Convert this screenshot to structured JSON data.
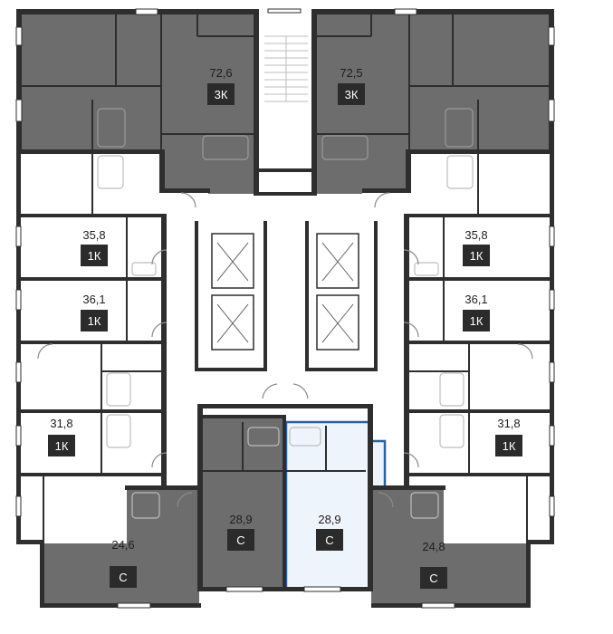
{
  "plan": {
    "apartments": [
      {
        "id": "apt-nw-3k",
        "area": "72,6",
        "type": "3К",
        "status": "sold"
      },
      {
        "id": "apt-ne-3k",
        "area": "72,5",
        "type": "3К",
        "status": "sold"
      },
      {
        "id": "apt-w-1k-a",
        "area": "35,8",
        "type": "1К",
        "status": "available"
      },
      {
        "id": "apt-e-1k-a",
        "area": "35,8",
        "type": "1К",
        "status": "available"
      },
      {
        "id": "apt-w-1k-b",
        "area": "36,1",
        "type": "1К",
        "status": "available"
      },
      {
        "id": "apt-e-1k-b",
        "area": "36,1",
        "type": "1К",
        "status": "available"
      },
      {
        "id": "apt-w-1k-c",
        "area": "31,8",
        "type": "1К",
        "status": "available"
      },
      {
        "id": "apt-e-1k-c",
        "area": "31,8",
        "type": "1К",
        "status": "available"
      },
      {
        "id": "apt-s-studio-a",
        "area": "28,9",
        "type": "С",
        "status": "sold"
      },
      {
        "id": "apt-s-studio-b",
        "area": "28,9",
        "type": "С",
        "status": "selected"
      },
      {
        "id": "apt-sw-studio",
        "area": "24,6",
        "type": "С",
        "status": "sold"
      },
      {
        "id": "apt-se-studio",
        "area": "24,8",
        "type": "С",
        "status": "sold"
      }
    ],
    "colors": {
      "sold": "#6d6d6d",
      "available": "#ffffff",
      "selected_fill": "#eef4fb",
      "selected_outline": "#2d5fa8",
      "badge": "#2b2b2b",
      "wall": "#2e2e2e"
    }
  }
}
